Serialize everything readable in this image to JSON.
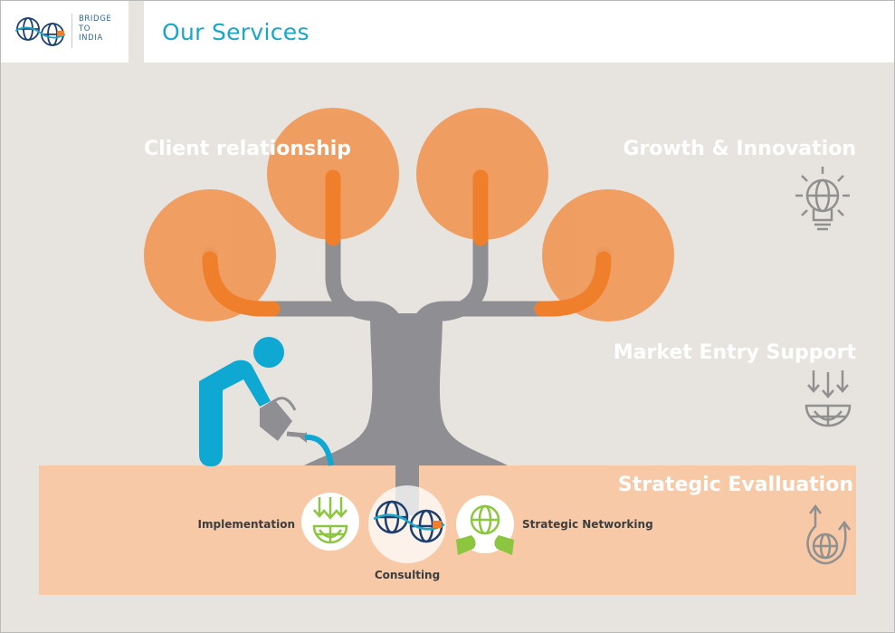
{
  "logo": {
    "line1": "BRIDGE",
    "line2": "TO",
    "line3": "INDIA"
  },
  "header": {
    "title": "Our Services"
  },
  "services": {
    "client_relationship": "Client relationship",
    "growth_innovation": "Growth & Innovation",
    "market_entry": "Market Entry Support",
    "strategic_evaluation": "Strategic Evallu­ation"
  },
  "nodes": {
    "implementation": "Implementation",
    "consulting": "Consulting",
    "strategic_networking": "Strategic Networking"
  },
  "colors": {
    "background": "#e7e4df",
    "orange": "#f19a5b",
    "orange_branch": "#f07f2b",
    "trunk": "#8f8f93",
    "figure": "#0ea8d3",
    "band": "#f8c9a6",
    "green": "#8cc540",
    "navy": "#1d3f6e",
    "title": "#1aa6c5",
    "icon_gray": "#909090"
  },
  "icons": {
    "logo": "globe-bridge-logo-icon",
    "growth": "lightbulb-globe-icon",
    "market_entry": "arrows-into-globe-icon",
    "strategic_evaluation": "globe-cycle-arrows-icon",
    "implementation": "green-arrows-globe-icon",
    "consulting": "bridge-globe-icon",
    "networking": "hands-holding-globe-icon",
    "person": "gardener-watering-icon"
  }
}
